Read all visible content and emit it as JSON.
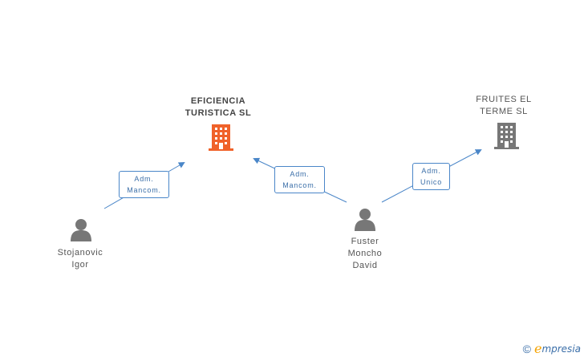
{
  "colors": {
    "primary_company": "#f0622a",
    "secondary_company": "#777777",
    "person": "#777777",
    "edge": "#4a86c8"
  },
  "companies": [
    {
      "id": "eficiencia",
      "label": "EFICIENCIA\nTURISTICA  SL",
      "icon": "building-icon"
    },
    {
      "id": "fruites",
      "label": "FRUITES EL\nTERME  SL",
      "icon": "building-icon"
    }
  ],
  "people": [
    {
      "id": "stojanovic",
      "label": "Stojanovic\nIgor",
      "icon": "person-icon"
    },
    {
      "id": "fuster",
      "label": "Fuster\nMoncho\nDavid",
      "icon": "person-icon"
    }
  ],
  "relations": [
    {
      "from": "stojanovic",
      "to": "eficiencia",
      "label": "Adm.\nMancom."
    },
    {
      "from": "fuster",
      "to": "eficiencia",
      "label": "Adm.\nMancom."
    },
    {
      "from": "fuster",
      "to": "fruites",
      "label": "Adm.\nUnico"
    }
  ],
  "footer": {
    "copyright": "©",
    "brand_initial": "e",
    "brand_rest": "mpresia"
  }
}
